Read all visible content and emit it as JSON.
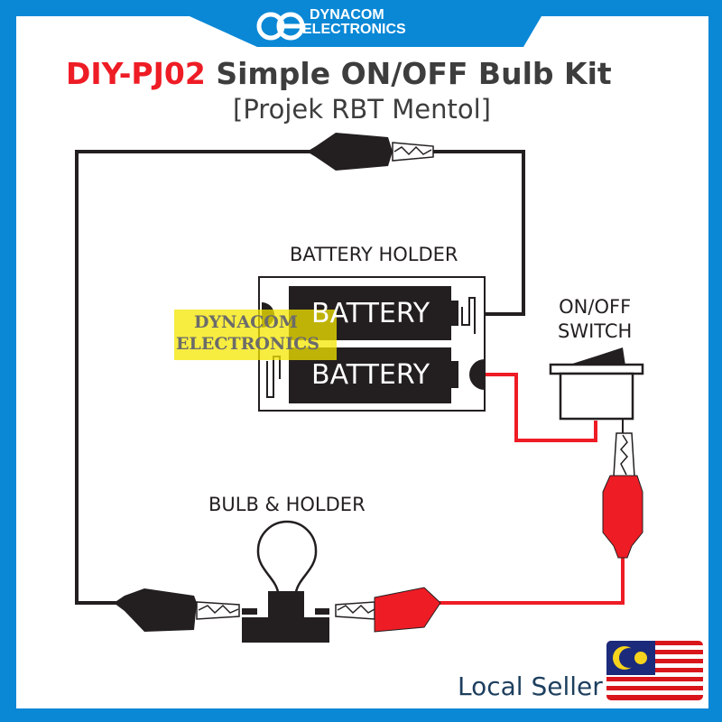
{
  "brand": {
    "line1": "DYNACOM",
    "line2": "ELECTRONICS"
  },
  "title": {
    "code": "DIY-PJ02",
    "name": "Simple ON/OFF Bulb Kit",
    "subtitle": "[Projek RBT Mentol]"
  },
  "labels": {
    "battery_holder": "BATTERY HOLDER",
    "battery1": "BATTERY",
    "battery2": "BATTERY",
    "switch_line1": "ON/OFF",
    "switch_line2": "SWITCH",
    "bulb": "BULB & HOLDER"
  },
  "watermark": {
    "line1": "DYNACOM",
    "line2": "ELECTRONICS"
  },
  "footer": {
    "local_seller": "Local Seller"
  },
  "colors": {
    "frame": "#0a88d6",
    "accent_red": "#ee1c25",
    "wire_black": "#231f20"
  }
}
